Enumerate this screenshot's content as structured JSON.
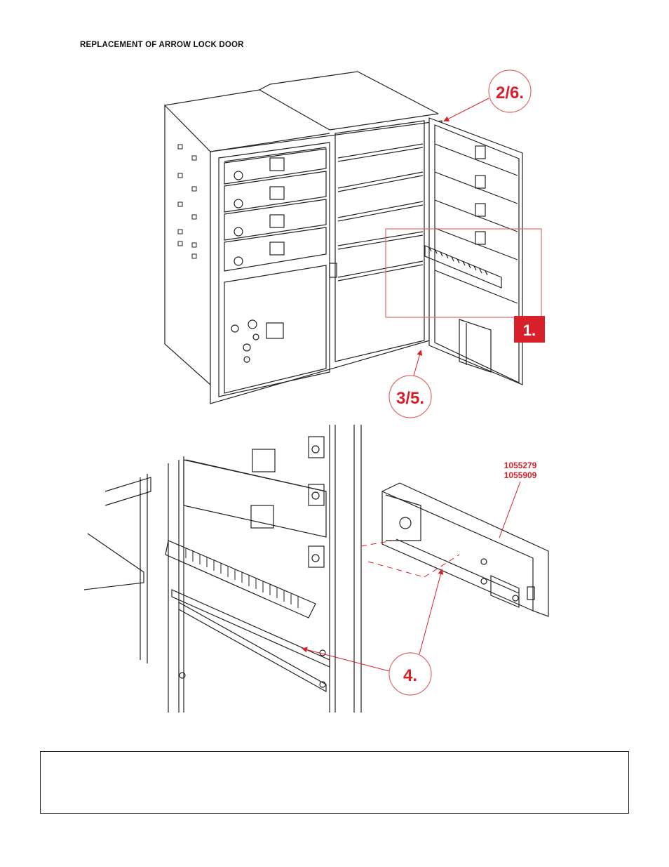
{
  "page": {
    "title": "REPLACEMENT OF ARROW LOCK DOOR"
  },
  "callouts": {
    "step_1": "1.",
    "step_2_6": "2/6.",
    "step_3_5": "3/5.",
    "step_4": "4."
  },
  "part_numbers": [
    "1055279",
    "1055909"
  ],
  "colors": {
    "accent_red": "#d8202a",
    "callout_circle": "#e06a6a",
    "line_art": "#222222"
  }
}
